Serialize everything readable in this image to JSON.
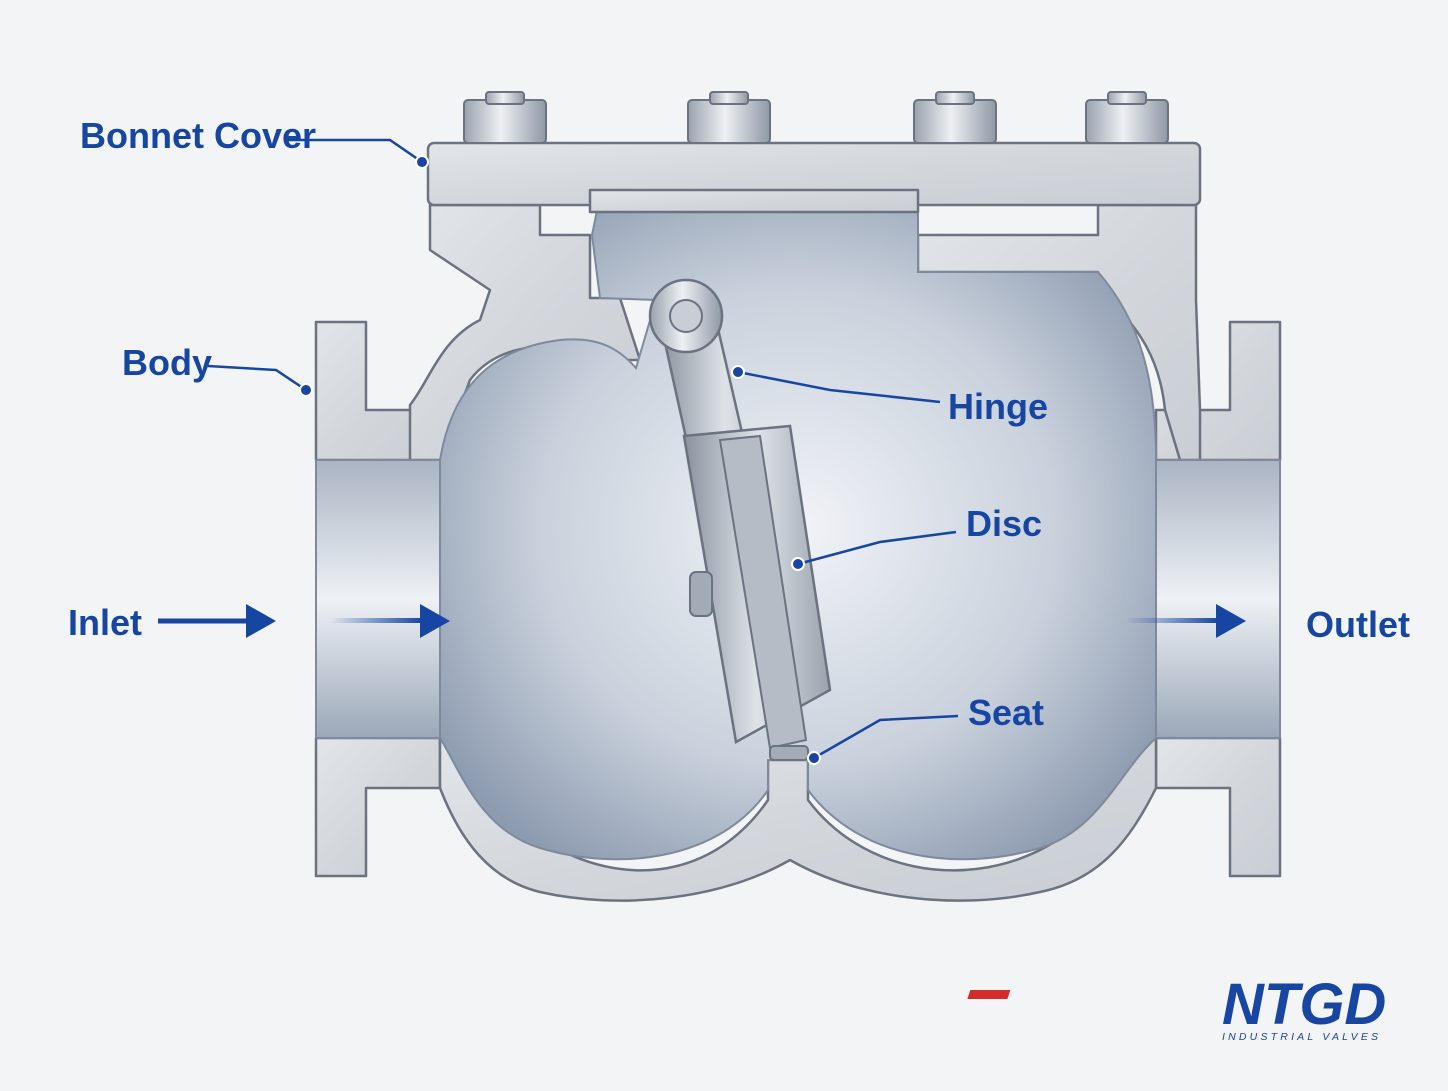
{
  "labels": {
    "bonnet_cover": "Bonnet Cover",
    "body": "Body",
    "hinge": "Hinge",
    "disc": "Disc",
    "seat": "Seat",
    "inlet": "Inlet",
    "outlet": "Outlet"
  },
  "brand": {
    "name": "NTGD",
    "tagline": "INDUSTRIAL VALVES"
  },
  "colors": {
    "accent": "#1746a2",
    "brand_red": "#d62b2b",
    "steel": "#d9dde2",
    "background": "#f3f4f6"
  }
}
